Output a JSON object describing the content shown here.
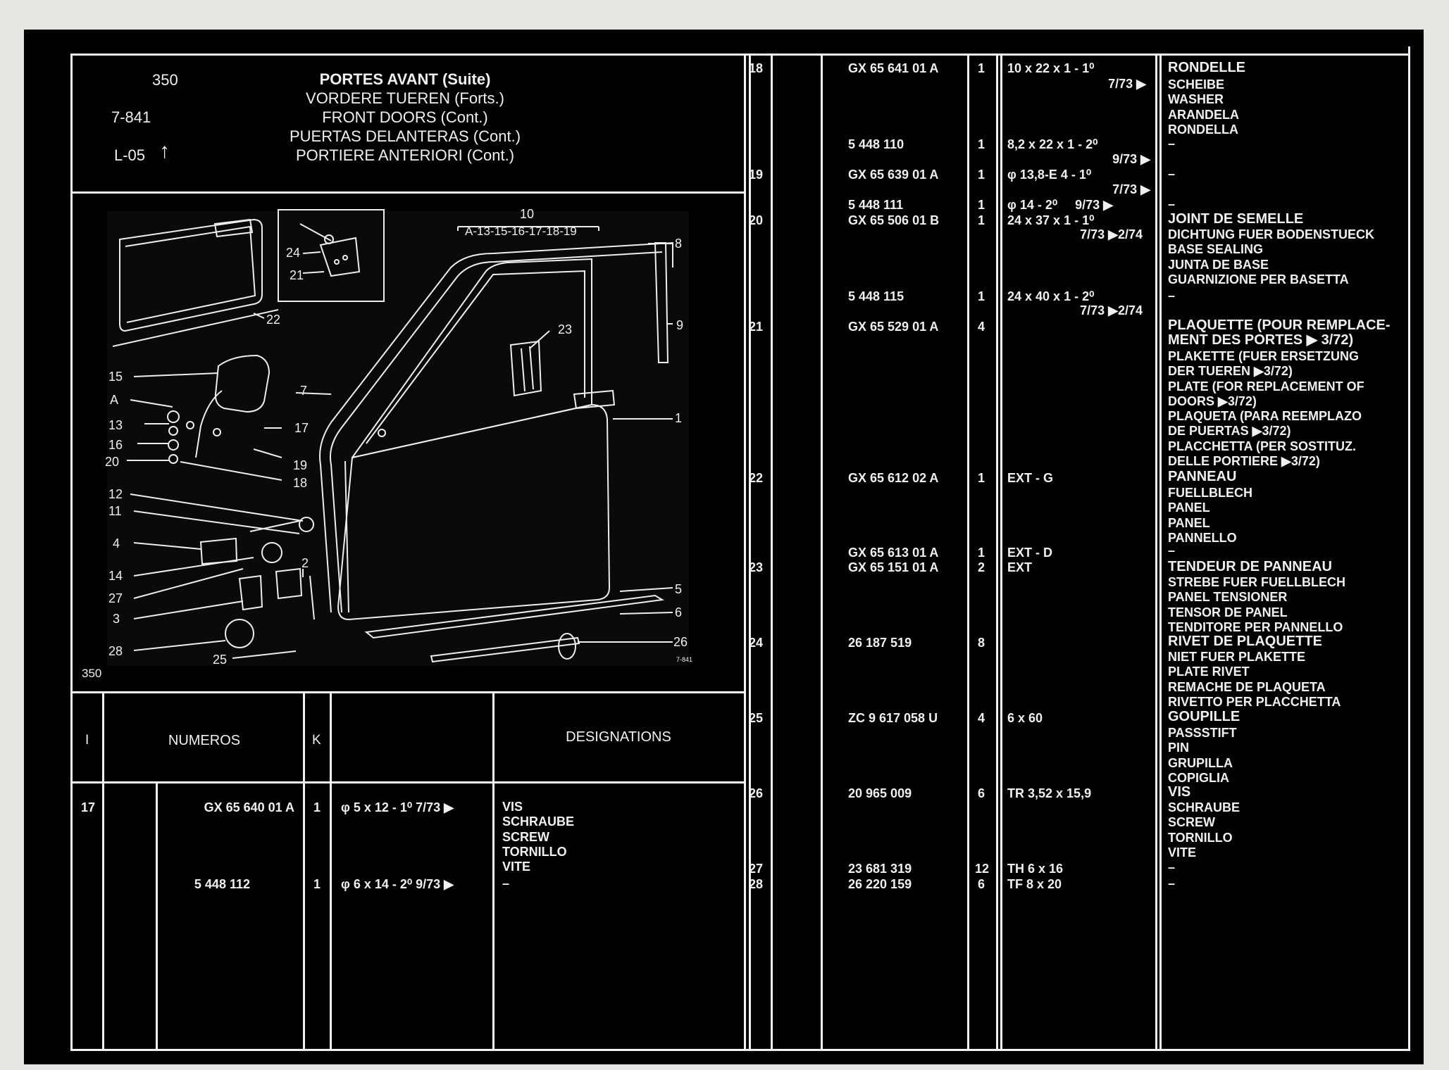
{
  "header": {
    "code_350": "350",
    "code_7841": "7-841",
    "code_l05": "L-05",
    "up_arrow": "↑",
    "titles": [
      "PORTES AVANT (Suite)",
      "VORDERE TUEREN (Forts.)",
      "FRONT DOORS (Cont.)",
      "PUERTAS DELANTERAS (Cont.)",
      "PORTIERE ANTERIORI (Cont.)"
    ]
  },
  "diagram": {
    "callouts": [
      "10",
      "A-13-15-16-17-18-19",
      "8",
      "9",
      "23",
      "1",
      "24",
      "21",
      "22",
      "15",
      "A",
      "13",
      "16",
      "20",
      "17",
      "19",
      "18",
      "7",
      "12",
      "11",
      "4",
      "14",
      "27",
      "3",
      "28",
      "25",
      "2",
      "5",
      "6",
      "26"
    ],
    "footer_label": "350",
    "small_ref": "7-841"
  },
  "table_header": {
    "col_i": "I",
    "col_numeros": "NUMEROS",
    "col_k": "K",
    "col_designations": "DESIGNATIONS"
  },
  "left_rows": [
    {
      "i": "17",
      "num": "GX 65 640 01 A",
      "k": "1",
      "spec": "φ 5 x 12 - 1⁰  7/73 ▶",
      "desc": "VIS\nSCHRAUBE\nSCREW\nTORNILLO\nVITE"
    },
    {
      "i": "",
      "num": "5 448 112",
      "k": "1",
      "spec": "φ 6 x 14 - 2⁰  9/73 ▶",
      "desc": "–"
    }
  ],
  "right_rows": [
    {
      "i": "18",
      "num": "GX 65 641 01 A",
      "k": "1",
      "spec1": "10 x 22 x 1 - 1⁰",
      "spec2": "7/73 ▶",
      "desc_bold": "RONDELLE",
      "desc": "SCHEIBE\nWASHER\nARANDELA\nRONDELLA"
    },
    {
      "i": "",
      "num": "5 448 110",
      "k": "1",
      "spec1": "8,2 x 22 x 1 - 2⁰",
      "spec2": "9/73 ▶",
      "desc_bold": "",
      "desc": "–"
    },
    {
      "i": "19",
      "num": "GX 65 639 01 A",
      "k": "1",
      "spec1": "φ 13,8-E 4 - 1⁰",
      "spec2": "7/73 ▶",
      "desc_bold": "",
      "desc": "–"
    },
    {
      "i": "",
      "num": "5 448 111",
      "k": "1",
      "spec1": "φ 14 - 2⁰     9/73 ▶",
      "spec2": "",
      "desc_bold": "",
      "desc": "–"
    },
    {
      "i": "20",
      "num": "GX 65 506 01 B",
      "k": "1",
      "spec1": "24 x 37 x 1 - 1⁰",
      "spec2": "7/73 ▶2/74",
      "desc_bold": "JOINT DE SEMELLE",
      "desc": "DICHTUNG FUER BODENSTUECK\nBASE SEALING\nJUNTA DE BASE\nGUARNIZIONE PER BASETTA"
    },
    {
      "i": "",
      "num": "5 448 115",
      "k": "1",
      "spec1": "24 x 40 x 1 - 2⁰",
      "spec2": "7/73 ▶2/74",
      "desc_bold": "",
      "desc": "–"
    },
    {
      "i": "21",
      "num": "GX 65 529 01 A",
      "k": "4",
      "spec1": "",
      "spec2": "",
      "desc_bold": "PLAQUETTE (POUR REMPLACE-\nMENT DES PORTES ▶ 3/72)",
      "desc": "PLAKETTE (FUER ERSETZUNG\nDER TUEREN ▶3/72)\nPLATE (FOR REPLACEMENT OF\nDOORS ▶3/72)\nPLAQUETA (PARA REEMPLAZO\nDE PUERTAS ▶3/72)\nPLACCHETTA (PER SOSTITUZ.\nDELLE PORTIERE ▶3/72)"
    },
    {
      "i": "22",
      "num": "GX 65 612 02 A",
      "k": "1",
      "spec1": "EXT - G",
      "spec2": "",
      "desc_bold": "PANNEAU",
      "desc": "FUELLBLECH\nPANEL\nPANEL\nPANNELLO"
    },
    {
      "i": "",
      "num": "GX 65 613 01 A",
      "k": "1",
      "spec1": "EXT - D",
      "spec2": "",
      "desc_bold": "",
      "desc": "–"
    },
    {
      "i": "23",
      "num": "GX 65 151 01 A",
      "k": "2",
      "spec1": "EXT",
      "spec2": "",
      "desc_bold": "TENDEUR DE PANNEAU",
      "desc": "STREBE FUER FUELLBLECH\nPANEL TENSIONER\nTENSOR DE PANEL\nTENDITORE PER PANNELLO"
    },
    {
      "i": "24",
      "num": "26 187 519",
      "k": "8",
      "spec1": "",
      "spec2": "",
      "desc_bold": "RIVET DE PLAQUETTE",
      "desc": "NIET FUER PLAKETTE\nPLATE RIVET\nREMACHE DE PLAQUETA\nRIVETTO PER PLACCHETTA"
    },
    {
      "i": "25",
      "num": "ZC 9 617 058 U",
      "k": "4",
      "spec1": "6 x 60",
      "spec2": "",
      "desc_bold": "GOUPILLE",
      "desc": "PASSSTIFT\nPIN\nGRUPILLA\nCOPIGLIA"
    },
    {
      "i": "26",
      "num": "20 965 009",
      "k": "6",
      "spec1": "TR 3,52 x 15,9",
      "spec2": "",
      "desc_bold": "VIS",
      "desc": "SCHRAUBE\nSCREW\nTORNILLO\nVITE"
    },
    {
      "i": "27",
      "num": "23 681 319",
      "k": "12",
      "spec1": "TH 6 x 16",
      "spec2": "",
      "desc_bold": "",
      "desc": "–"
    },
    {
      "i": "28",
      "num": "26 220 159",
      "k": "6",
      "spec1": "TF 8 x 20",
      "spec2": "",
      "desc_bold": "",
      "desc": "–"
    }
  ]
}
